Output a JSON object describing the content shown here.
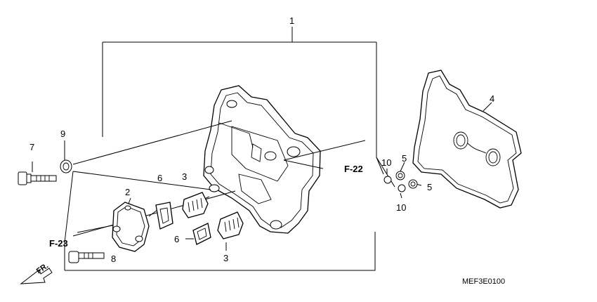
{
  "callouts": {
    "c1": "1",
    "c2": "2",
    "c3a": "3",
    "c3b": "3",
    "c4": "4",
    "c5a": "5",
    "c5b": "5",
    "c6a": "6",
    "c6b": "6",
    "c7": "7",
    "c8": "8",
    "c9": "9",
    "c10a": "10",
    "c10b": "10"
  },
  "refs": {
    "f22": "F-22",
    "f23": "F-23"
  },
  "front_label": "FR.",
  "diagram_code": "MEF3E0100"
}
